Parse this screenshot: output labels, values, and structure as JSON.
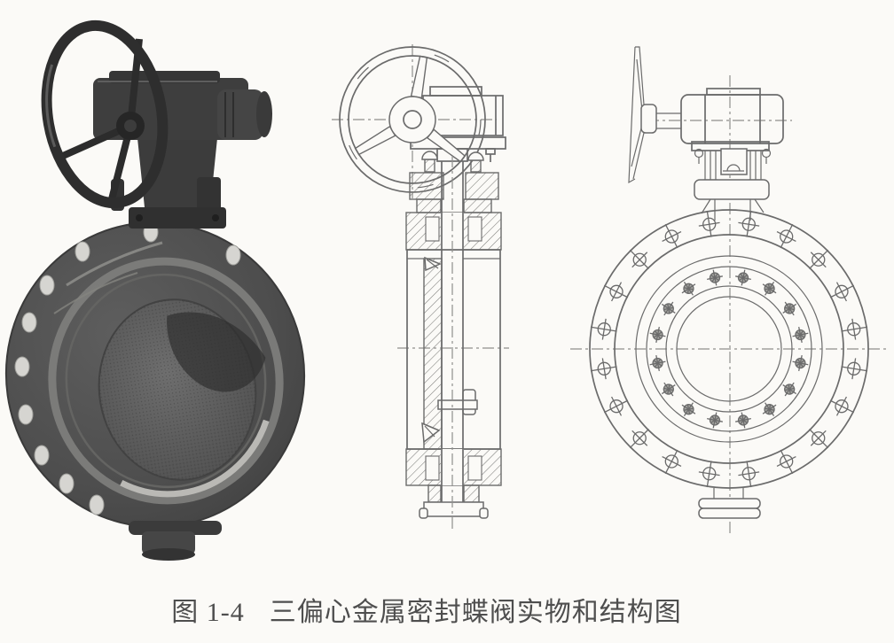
{
  "figure": {
    "caption": {
      "label": "图 1-4",
      "text": "三偏心金属密封蝶阀实物和结构图"
    },
    "colors": {
      "paper": "#fbfaf7",
      "ink": "#4e4e4e",
      "line": "#6b6b6b",
      "hole": "#d6d5d1"
    },
    "front_view": {
      "outer_bolt_count": 20,
      "inner_bolt_count": 16
    }
  }
}
